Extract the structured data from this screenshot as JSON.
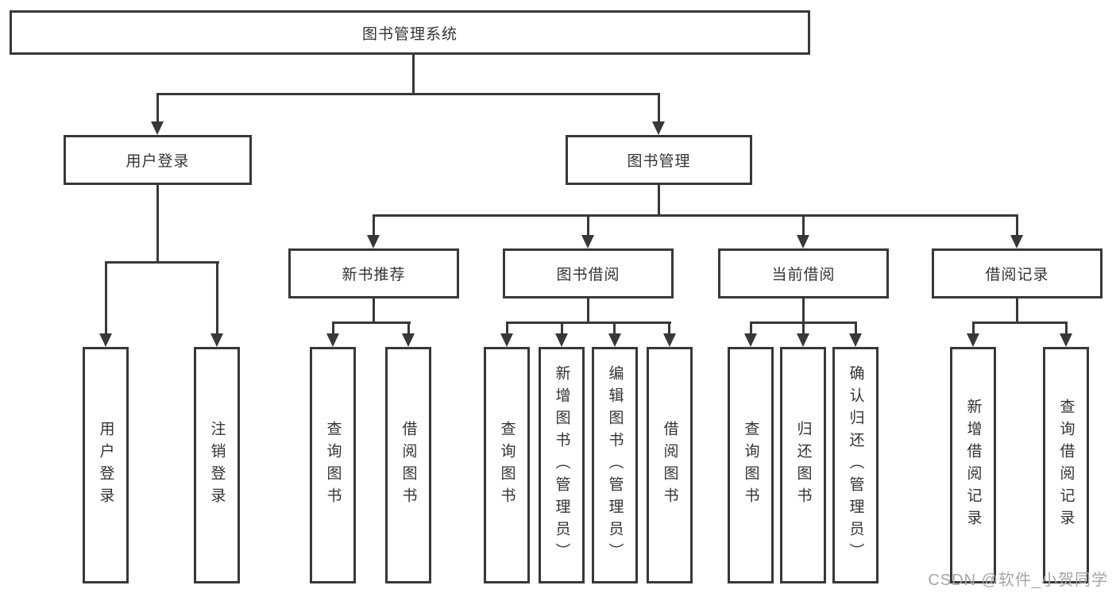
{
  "colors": {
    "line": "#383838",
    "text": "#333333",
    "background": "#ffffff",
    "watermark": "#a5a5a5"
  },
  "watermark": {
    "text": "CSDN @软件_小贺同学"
  },
  "diagram": {
    "type": "tree",
    "root": {
      "label": "图书管理系统",
      "children": [
        {
          "label": "用户登录",
          "children": [
            {
              "label": "用户登录"
            },
            {
              "label": "注销登录"
            }
          ]
        },
        {
          "label": "图书管理",
          "children": [
            {
              "label": "新书推荐",
              "children": [
                {
                  "label": "查询图书"
                },
                {
                  "label": "借阅图书"
                }
              ]
            },
            {
              "label": "图书借阅",
              "children": [
                {
                  "label": "查询图书"
                },
                {
                  "label": "新增图书（管理员）"
                },
                {
                  "label": "编辑图书（管理员）"
                },
                {
                  "label": "借阅图书"
                }
              ]
            },
            {
              "label": "当前借阅",
              "children": [
                {
                  "label": "查询图书"
                },
                {
                  "label": "归还图书"
                },
                {
                  "label": "确认归还（管理员）"
                }
              ]
            },
            {
              "label": "借阅记录",
              "children": [
                {
                  "label": "新增借阅记录"
                },
                {
                  "label": "查询借阅记录"
                }
              ]
            }
          ]
        }
      ]
    }
  }
}
